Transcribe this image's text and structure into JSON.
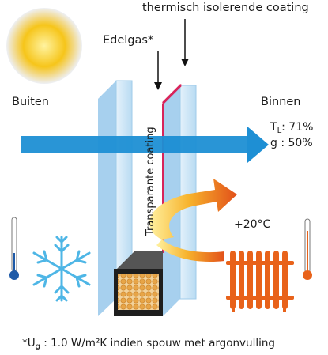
{
  "labels": {
    "coating": "thermisch isolerende coating",
    "edelgas": "Edelgas*",
    "outside": "Buiten",
    "inside": "Binnen",
    "tl_symbol": "T",
    "tl_sub": "L",
    "tl_value": ": 71%",
    "g_value": "g : 50%",
    "temperature": "+20°C",
    "transparent_coating": "Transparante coating",
    "footnote_prefix": "*U",
    "footnote_sub": "g",
    "footnote_text": " : 1.0 W/m²K indien spouw met argonvulling"
  },
  "colors": {
    "glass": "#cfe6f7",
    "glass_edge": "#8ec6ea",
    "arrow_blue": "#1e8fd4",
    "coating_red": "#d8245a",
    "sun_yellow": "#f6c51a",
    "heat_orange": "#e8621a",
    "thermo_blue": "#1e5aa8",
    "snow_blue": "#4eb6e6",
    "spacer_dark": "#1e1e1e",
    "beads": "#e7a547"
  }
}
